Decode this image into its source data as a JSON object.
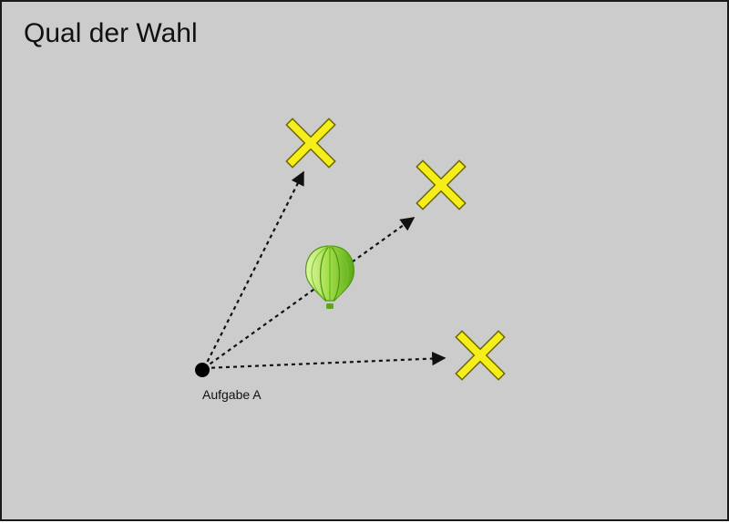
{
  "title": "Qual der Wahl",
  "start_label": "Aufgabe A",
  "colors": {
    "background": "#cccccc",
    "border": "#1a1a1a",
    "target_fill": "#f5ee1a",
    "target_stroke": "#8a8300",
    "balloon_light": "#c8f07a",
    "balloon_dark": "#6fbf1f",
    "arrow": "#111111"
  },
  "icons": [
    "start-point",
    "target-cross",
    "target-cross",
    "target-cross",
    "hot-air-balloon-icon",
    "dashed-arrow"
  ]
}
